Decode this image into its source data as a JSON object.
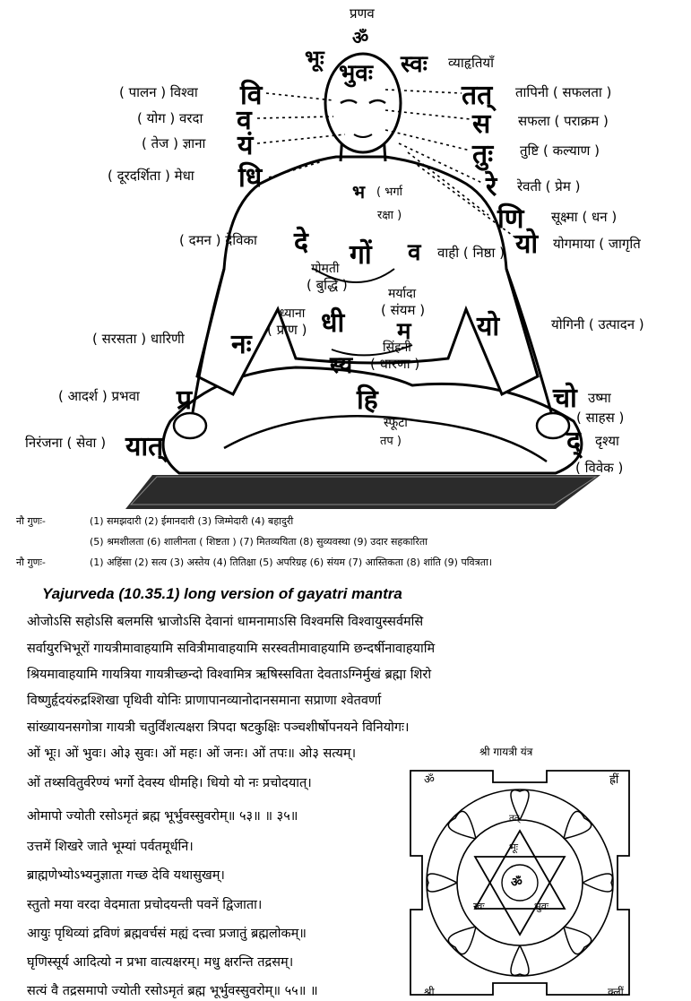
{
  "diagram": {
    "top_label": "प्रणव",
    "om": "ॐ",
    "bhuh": "भूः",
    "bhuvah": "भुवः",
    "svah": "स्वः",
    "vyahritis": "व्याहृतियाँ",
    "left_rows": [
      {
        "label": "( पालन ) विश्वा",
        "syllable": "वि"
      },
      {
        "label": "( योग ) वरदा",
        "syllable": "व"
      },
      {
        "label": "( तेज ) ज्ञाना",
        "syllable": "यं"
      },
      {
        "label": "( दूरदर्शिता ) मेधा",
        "syllable": "धि"
      }
    ],
    "right_rows": [
      {
        "syllable": "तत्",
        "label": "तापिनी ( सफलता )"
      },
      {
        "syllable": "स",
        "label": "सफला ( पराक्रम )"
      },
      {
        "syllable": "तुः",
        "label": "तुष्टि ( कल्याण )"
      },
      {
        "syllable": "रे",
        "label": "रेवती ( प्रेम )"
      },
      {
        "syllable": "णि",
        "label": "सूक्ष्मा ( धन )"
      },
      {
        "syllable": "यो",
        "label": "योगमाया ( जागृति"
      }
    ],
    "body_labels": {
      "bha": "भ",
      "bharga": "( भर्गा",
      "raksha": "रक्षा )",
      "de": "दे",
      "devika": "( दमन ) देविका",
      "go": "गों",
      "gomati": "गोमती",
      "buddhi": "( बुद्धि )",
      "va": "व",
      "vahi": "वाही ( निष्ठा )",
      "maryada": "मर्यादा",
      "sanyam": "( संयम )",
      "ma": "म",
      "dhyana": "ध्याना",
      "prana": "( प्राण )",
      "dhi": "धी",
      "nah": "नः",
      "dharini": "( सरसता ) धारिणी",
      "yo2": "यो",
      "yogini": "योगिनी ( उत्पादन )",
      "sinhani": "सिंहनी",
      "sya": "स्य",
      "dharana": "( धारणा )",
      "pra": "प्र",
      "prabhava": "( आदर्श ) प्रभवा",
      "hi": "हि",
      "cho": "चो",
      "ushma": "उष्मा",
      "sahas": "( साहस )",
      "yat": "यात्",
      "niranjana": "निरंजना ( सेवा )",
      "da": "द्",
      "drishya": "दृश्या",
      "vivek": "( विवेक )",
      "sphuta": "स्फूटा",
      "tap": "तप )"
    }
  },
  "gunas": {
    "label1": "नौ गुणः-",
    "line1": "(1) समझदारी  (2) ईमानदारी  (3) जिम्मेदारी  (4) बहादुरी",
    "line2": "(5) श्रमशीलता (6) शालीनता ( शिष्टता ) (7)   मितव्ययिता          (8) सुव्यवस्था  (9) उदार सहकारिता",
    "label2": "नौ गुणः-",
    "line3": "(1) अहिंसा (2) सत्य (3) अस्तेय (4) तितिक्षा (5) अपरिग्रह (6) संयम (7) आस्तिकता (8) शांति (9) पवित्रता।"
  },
  "title": "Yajurveda (10.35.1) long version of gayatri mantra",
  "verse_full": [
    "ओजोऽसि सहोऽसि बलमसि भ्राजोऽसि देवानां धामनामाऽसि विश्वमसि विश्वायुस्सर्वमसि",
    "सर्वायुरभिभूरों गायत्रीमावाहयामि सवित्रीमावाहयामि सरस्वतीमावाहयामि छन्दर्षीनावाहयामि",
    "श्रियमावाहयामि गायत्रिया गायत्रीच्छन्दो विश्वामित्र ऋषिस्सविता देवताऽग्निर्मुखं ब्रह्मा शिरो",
    "विष्णुर्हृदयंरुद्रश्शिखा पृथिवी योनिः प्राणापानव्यानोदानसमाना सप्राणा श्वेतवर्णा",
    "सांख्यायनसगोत्रा गायत्री चतुर्विंशत्यक्षरा त्रिपदा षटकुक्षिः पञ्चशीर्षोपनयने विनियोगः।"
  ],
  "verse_short": [
    "ओं भूः। ओं भुवः। ओ३ सुवः। ओं महः। ओं जनः। ओं तपः॥ ओ३ सत्यम्।",
    "ओं तथ्सवितुर्वरेण्यं भर्गो देवस्य धीमहि। धियो यो नः प्रचोदयात्।",
    "ओमापो ज्योती रसोऽमृतं ब्रह्म भूर्भुवस्सुवरोम्॥ ५३॥ ॥ ३५॥",
    "उत्तमें शिखरे जाते भूम्यां पर्वतमूर्धनि।",
    "ब्राह्मणेभ्योऽभ्यनुज्ञाता गच्छ देवि यथासुखम्।",
    "स्तुतो मया वरदा वेदमाता प्रचोदयन्ती पवनें द्विजाता।",
    "आयुः पृथिव्यां द्रविणं ब्रह्मवर्चसं मह्यं दत्त्वा प्रजातुं ब्रह्मलोकम्॥",
    "घृणिस्सूर्य आदित्यो न प्रभा वात्यक्षरम्। मधु क्षरन्ति तद्रसम्।",
    "सत्यं वै तद्रसमापो ज्योती रसोऽमृतं ब्रह्म भूर्भुवस्सुवरोम्॥ ५५॥ ॥"
  ],
  "yantra": {
    "title": "श्री गायत्री यंत्र",
    "om": "ॐ",
    "hrim": "ह्रीं",
    "shri": "श्री",
    "klim": "क्लीं",
    "center": "ॐ",
    "bhuh": "भूः",
    "bhuvah": "भुवः",
    "svah": "स्वः",
    "tat": "तत्"
  }
}
